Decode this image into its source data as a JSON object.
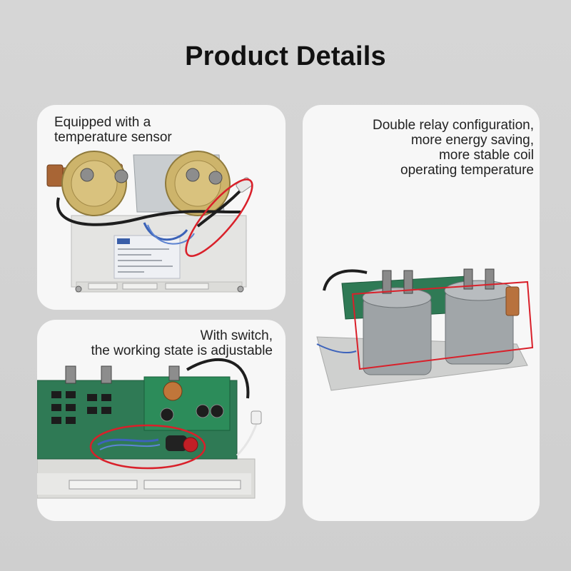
{
  "header": {
    "title": "Product Details"
  },
  "cards": {
    "temperature": {
      "lines": [
        "Equipped with a",
        "temperature sensor"
      ]
    },
    "switch": {
      "lines": [
        "With switch,",
        "the working state is adjustable"
      ]
    },
    "relay": {
      "lines": [
        "Double relay configuration,",
        "more energy saving,",
        "more stable coil",
        "operating temperature"
      ]
    }
  },
  "colors": {
    "background": "#d3d3d3",
    "card": "#f7f7f7",
    "highlight": "#d9202a",
    "pcb_green": "#2f7a55",
    "relay_gray": "#9ea3a6"
  }
}
